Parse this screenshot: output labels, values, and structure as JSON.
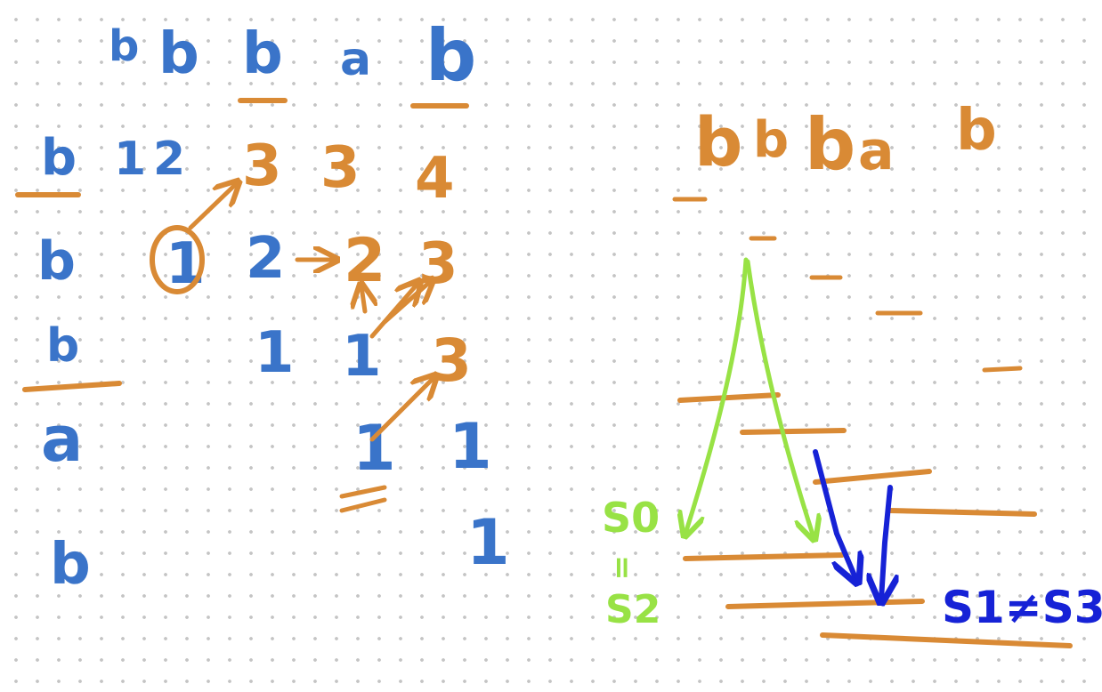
{
  "colors": {
    "blue": "#3a74c9",
    "orange": "#d98a35",
    "green": "#98e245",
    "dark_blue": "#1622d6",
    "dot_grid": "#c4c4c4",
    "background": "#ffffff"
  },
  "left_table": {
    "column_header": {
      "chars": [
        "b",
        "b",
        "b",
        "a",
        "b"
      ],
      "underlined_indexes": [
        2,
        4
      ]
    },
    "row_header": {
      "chars": [
        "b",
        "b",
        "b",
        "a",
        "b"
      ],
      "underlined_indexes": [
        0,
        2
      ]
    },
    "cells": {
      "row0": [
        "1",
        "2",
        "3",
        "3",
        "4"
      ],
      "row1": [
        "1",
        "2",
        "2",
        "3"
      ],
      "row2": [
        "1",
        "1",
        "3"
      ],
      "row3": [
        "1",
        "1"
      ],
      "row4": [
        "1"
      ]
    },
    "marks": {
      "circled_one": true,
      "double_underline_under_last_one": true
    }
  },
  "right_diagram": {
    "sequence": [
      "b",
      "b",
      "b",
      "a",
      "b"
    ],
    "green_label_top": "S0",
    "green_label_equals": "=",
    "green_label_bottom": "S2",
    "blue_label": "S1≠S3"
  }
}
